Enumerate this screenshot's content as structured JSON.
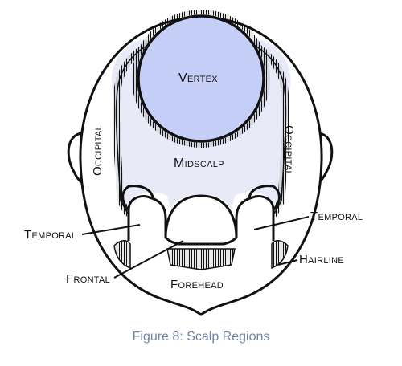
{
  "labels": {
    "vertex": "Vertex",
    "midscalp": "Midscalp",
    "occipital_left": "Occipital",
    "occipital_right": "Occipital",
    "temporal_left": "Temporal",
    "temporal_right": "Temporal",
    "frontal": "Frontal",
    "forehead": "Forehead",
    "hairline": "Hairline"
  },
  "caption": "Figure 8: Scalp Regions",
  "colors": {
    "vertex_fill": "#c5cef7",
    "midscalp_fill": "#e8eaf8",
    "outline": "#111111",
    "caption": "#6f85a6"
  }
}
